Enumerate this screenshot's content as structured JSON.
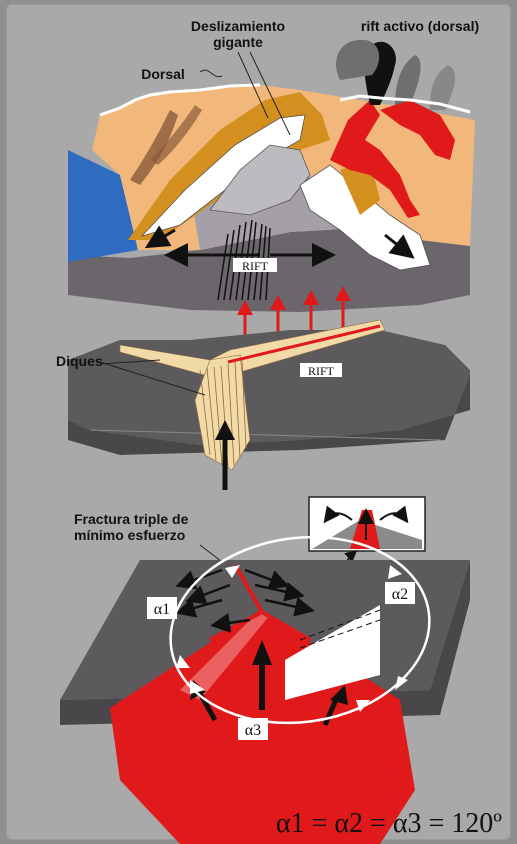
{
  "top": {
    "label_slide_1": "Deslizamiento",
    "label_slide_2": "gigante",
    "label_rift_active": "rift activo (dorsal)",
    "label_dorsal": "Dorsal",
    "label_rift": "RIFT"
  },
  "middle": {
    "label_dikes": "Diques",
    "label_rift": "RIFT"
  },
  "bottom": {
    "label_triple_1": "Fractura triple de",
    "label_triple_2": "mínimo esfuerzo",
    "alpha1": "α1",
    "alpha2": "α2",
    "alpha3": "α3",
    "equation": "α1 = α2 = α3 = 120º"
  },
  "colors": {
    "background": "#a9a9a9",
    "ocean": "#2f6bc0",
    "land": "#f2b77a",
    "lava": "#e01a1a",
    "slide": "#d4901e",
    "rock": "#5d5a5e"
  }
}
